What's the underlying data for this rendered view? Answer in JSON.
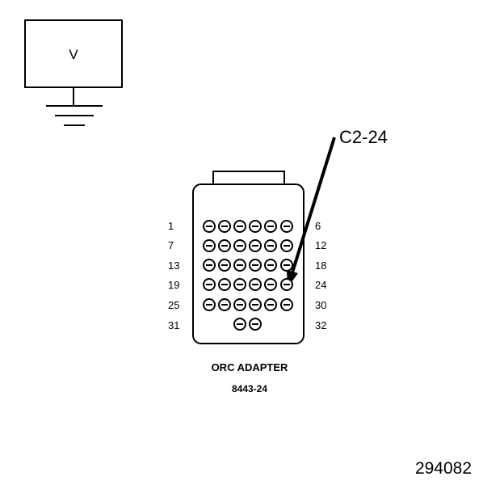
{
  "voltmeter": {
    "label": "V"
  },
  "callout": {
    "label": "C2-24"
  },
  "connector": {
    "title": "ORC ADAPTER",
    "part_number": "8443-24",
    "row_labels_left": [
      "1",
      "7",
      "13",
      "19",
      "25",
      "31"
    ],
    "row_labels_right": [
      "6",
      "12",
      "18",
      "24",
      "30",
      "32"
    ]
  },
  "figure_number": "294082"
}
